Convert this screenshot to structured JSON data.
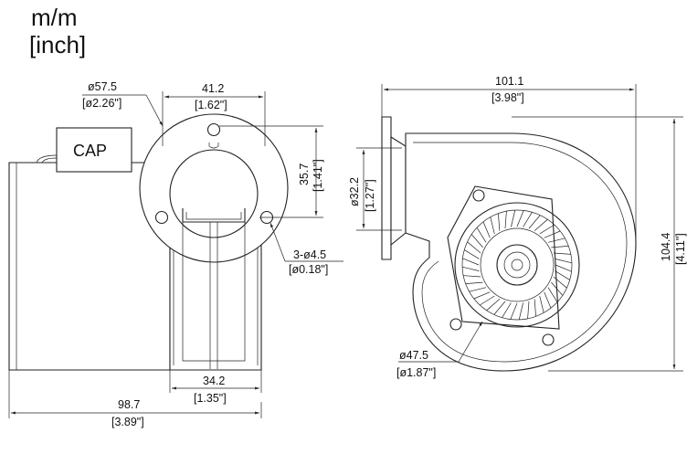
{
  "units": {
    "line1": "m/m",
    "line2": "[inch]"
  },
  "cap_label": "CAP",
  "dims": {
    "flange_dia": {
      "mm": "ø57.5",
      "inch": "[ø2.26\"]"
    },
    "outlet_width": {
      "mm": "41.2",
      "inch": "[1.62\"]"
    },
    "outlet_height": {
      "mm": "35.7",
      "inch": "[1.41\"]"
    },
    "holes": {
      "mm": "3-ø4.5",
      "inch": "[ø0.18\"]"
    },
    "outlet_bottom": {
      "mm": "34.2",
      "inch": "[1.35\"]"
    },
    "overall_length": {
      "mm": "98.7",
      "inch": "[3.89\"]"
    },
    "width_right": {
      "mm": "101.1",
      "inch": "[3.98\"]"
    },
    "outlet_dia": {
      "mm": "ø32.2",
      "inch": "[1.27\"]"
    },
    "height_right": {
      "mm": "104.4",
      "inch": "[4.11\"]"
    },
    "wheel_dia": {
      "mm": "ø47.5",
      "inch": "[ø1.87\"]"
    }
  }
}
